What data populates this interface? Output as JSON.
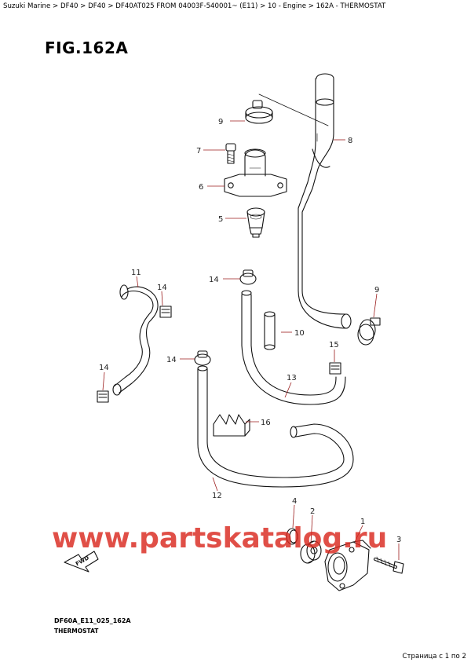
{
  "breadcrumb": "Suzuki Marine > DF40 > DF40 > DF40AT025 FROM 04003F-540001~ (E11) > 10 - Engine > 162A - THERMOSTAT",
  "figure_title": "FIG.162A",
  "drawing_code": "DF60A_E11_025_162A",
  "caption": "THERMOSTAT",
  "pager": "Страница с 1 по 2",
  "watermark": "www.partskatalog.ru",
  "fwd_label": "FWD",
  "callouts": {
    "c1": "1",
    "c2": "2",
    "c3": "3",
    "c4": "4",
    "c5": "5",
    "c6": "6",
    "c7": "7",
    "c8": "8",
    "c9a": "9",
    "c9b": "9",
    "c10": "10",
    "c11": "11",
    "c12": "12",
    "c13": "13",
    "c14a": "14",
    "c14b": "14",
    "c14c": "14",
    "c15": "15",
    "c16": "16"
  },
  "colors": {
    "callout_leader": "#9b1c1c",
    "watermark": "#d9281e",
    "line_art": "#111111"
  }
}
